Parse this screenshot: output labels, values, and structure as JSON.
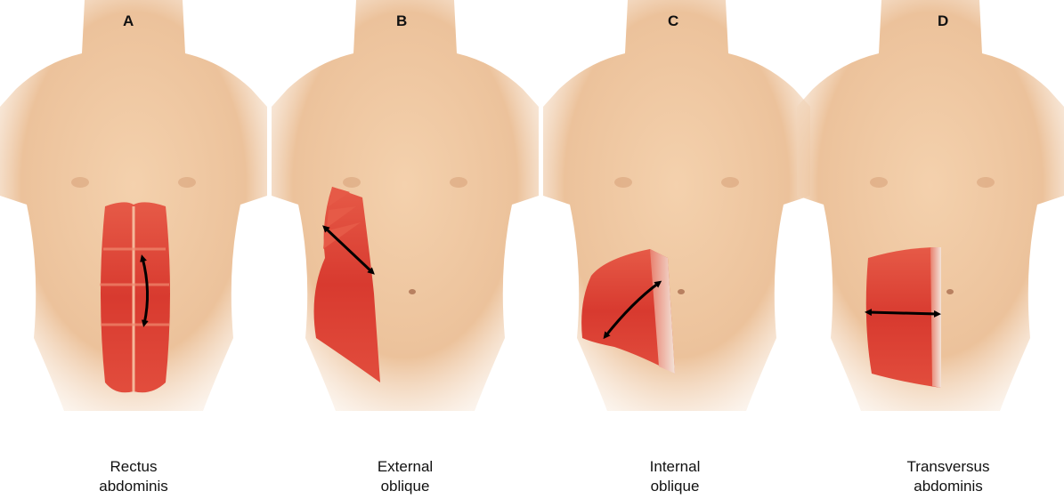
{
  "panels": [
    {
      "letter": "A",
      "caption_line1": "Rectus",
      "caption_line2": "abdominis",
      "muscle": "rectus-abdominis"
    },
    {
      "letter": "B",
      "caption_line1": "External",
      "caption_line2": "oblique",
      "muscle": "external-oblique"
    },
    {
      "letter": "C",
      "caption_line1": "Internal",
      "caption_line2": "oblique",
      "muscle": "internal-oblique"
    },
    {
      "letter": "D",
      "caption_line1": "Transversus",
      "caption_line2": "abdominis",
      "muscle": "transversus-abdominis"
    }
  ],
  "colors": {
    "skin": "#f1c9a2",
    "skin_shadow": "#d9a47c",
    "muscle": "#e0473a",
    "muscle_light": "#f26a55",
    "arrow": "#000000"
  }
}
